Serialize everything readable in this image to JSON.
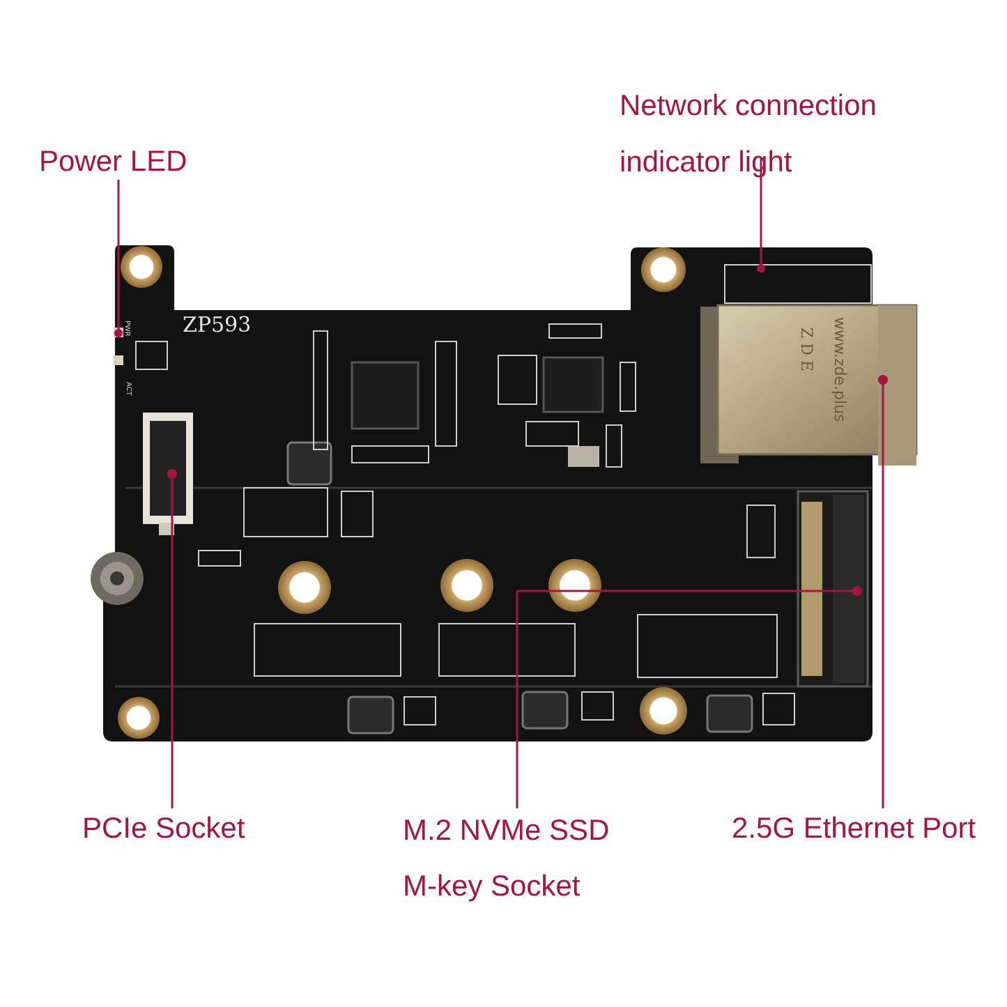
{
  "colors": {
    "accent": "#a4153f",
    "board": "#111111",
    "metal": "#b8a98a",
    "gold": "#b08a4a"
  },
  "board": {
    "silk_model": "ZP593",
    "silk_pwr": "PWR",
    "silk_act": "ACT",
    "jack_brand": "Z D E",
    "jack_url": "www.zde.plus"
  },
  "labels": {
    "power_led": "Power LED",
    "network_light_line1": "Network connection",
    "network_light_line2": "indicator light",
    "pcie_socket": "PCIe Socket",
    "nvme_line1": "M.2 NVMe SSD",
    "nvme_line2": "M-key Socket",
    "ethernet_port": "2.5G Ethernet Port"
  }
}
